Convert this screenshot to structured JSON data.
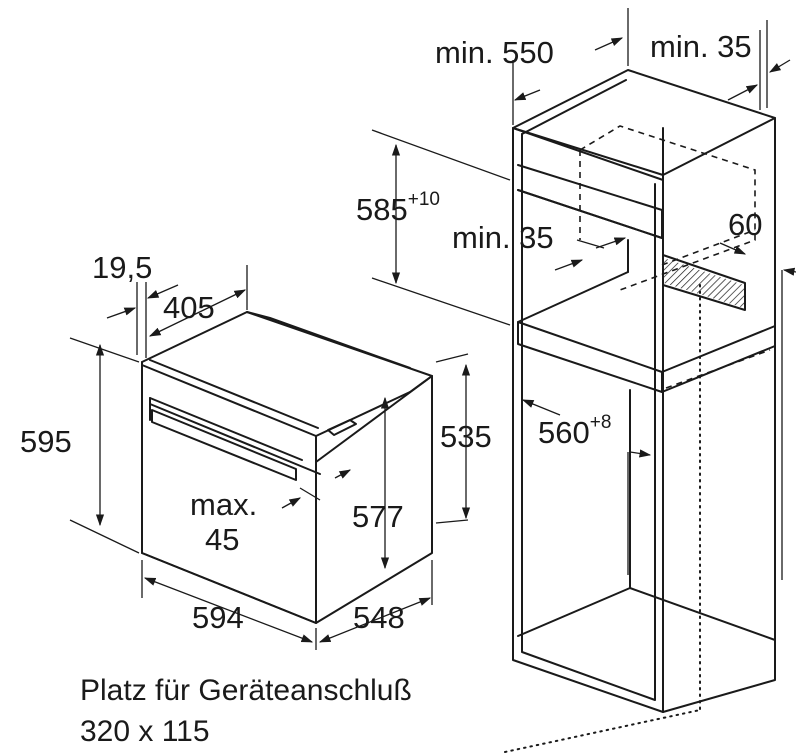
{
  "dimensions": {
    "cabinet_depth": "min. 550",
    "rear_gap": "min. 35",
    "niche_height": "585",
    "niche_height_tolerance": "+10",
    "shelf_gap": "min. 35",
    "vent_height": "60",
    "niche_width": "560",
    "niche_width_tolerance": "+8",
    "panel_thickness": "19,5",
    "oven_depth": "405",
    "oven_height": "595",
    "handle_line1": "max.",
    "handle_line2": "45",
    "body_height": "577",
    "body_height_outer": "535",
    "oven_width": "594",
    "body_depth": "548"
  },
  "caption": {
    "line1": "Platz für Geräteanschluß",
    "line2": "320 x 115"
  }
}
